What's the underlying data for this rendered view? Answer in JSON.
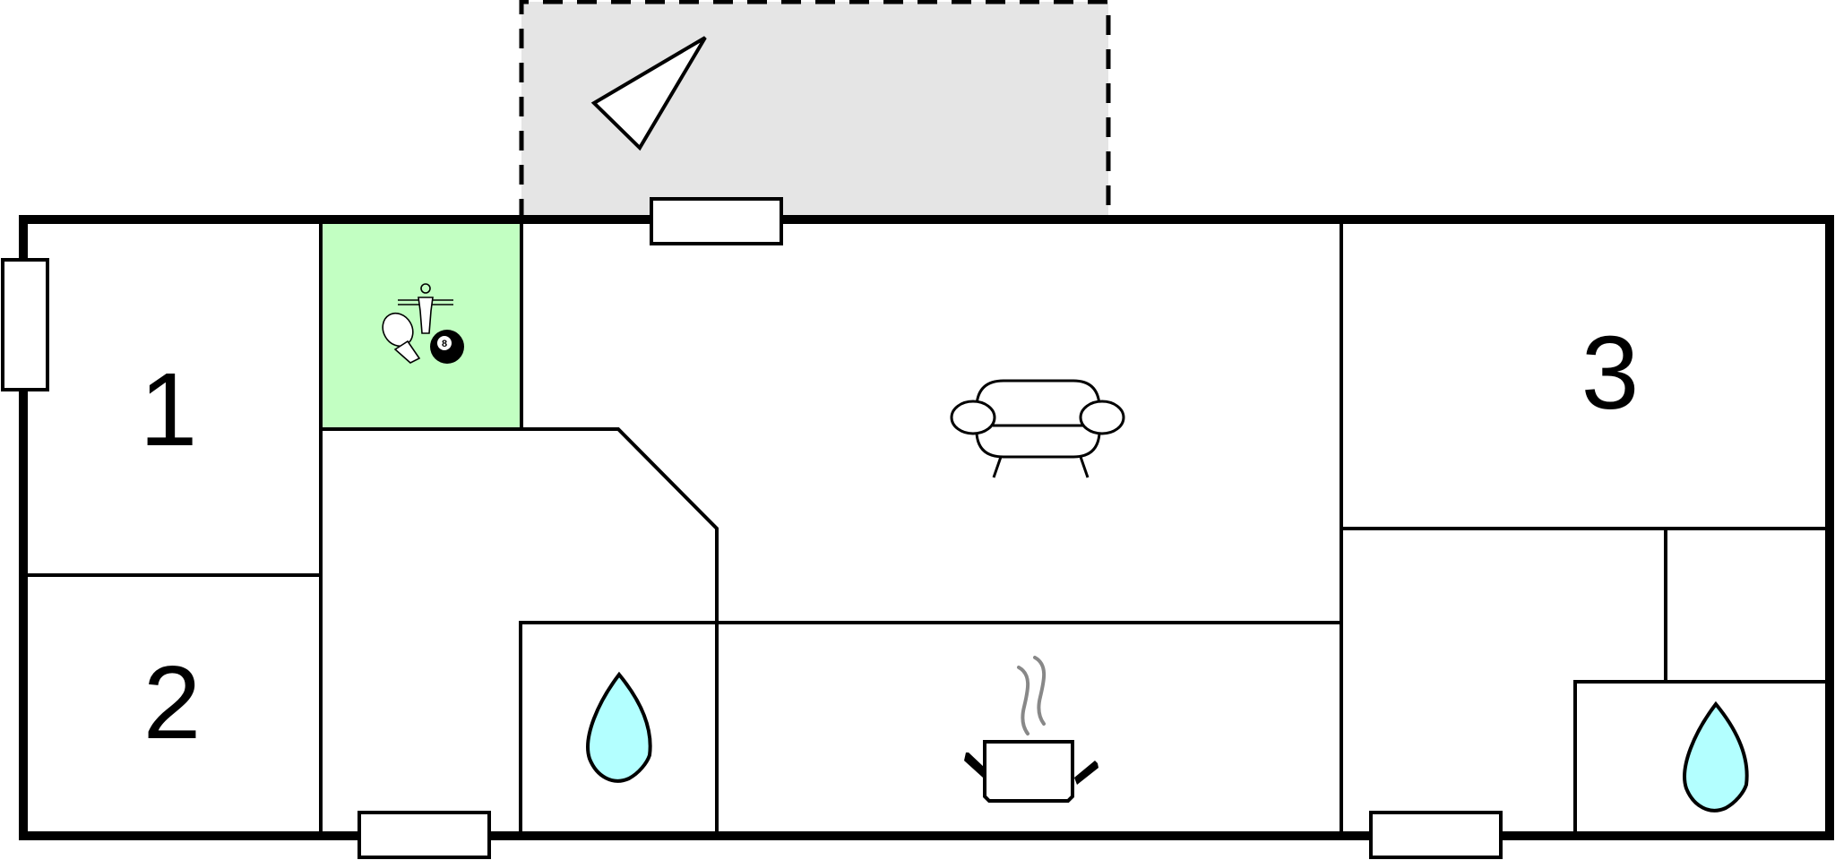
{
  "rooms": {
    "bedroom_1": {
      "label": "1"
    },
    "bedroom_2": {
      "label": "2"
    },
    "bedroom_3": {
      "label": "3"
    }
  },
  "symbols": {
    "billiard_ball": "8"
  },
  "colors": {
    "game_room": "#c2ffc2",
    "terrace": "#e5e5e5",
    "water_drop": "#b3ffff",
    "steam": "#888888",
    "wall": "#000000"
  },
  "icons": [
    "compass-north-icon",
    "game-room-icon",
    "sofa-icon",
    "water-drop-icon",
    "cooking-pot-icon"
  ]
}
